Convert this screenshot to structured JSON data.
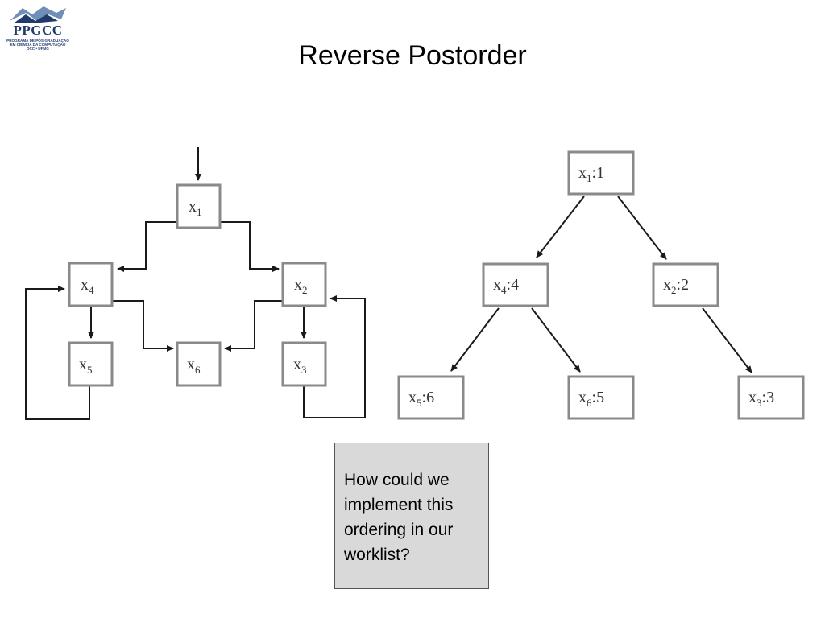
{
  "logo": {
    "text": "PPGCC",
    "subtitle_lines": [
      "PROGRAMA DE PÓS-GRADUAÇÃO",
      "EM CIÊNCIA DA COMPUTAÇÃO",
      "DCC • UFMG"
    ]
  },
  "title": "Reverse Postorder",
  "cfg": {
    "nodes": [
      {
        "id": "x1",
        "base": "x",
        "sub": "1"
      },
      {
        "id": "x4",
        "base": "x",
        "sub": "4"
      },
      {
        "id": "x2",
        "base": "x",
        "sub": "2"
      },
      {
        "id": "x5",
        "base": "x",
        "sub": "5"
      },
      {
        "id": "x6",
        "base": "x",
        "sub": "6"
      },
      {
        "id": "x3",
        "base": "x",
        "sub": "3"
      }
    ],
    "edges": [
      [
        "entry",
        "x1"
      ],
      [
        "x1",
        "x4"
      ],
      [
        "x1",
        "x2"
      ],
      [
        "x4",
        "x5"
      ],
      [
        "x4",
        "x6"
      ],
      [
        "x2",
        "x6"
      ],
      [
        "x2",
        "x3"
      ],
      [
        "x5",
        "x4"
      ],
      [
        "x3",
        "x2"
      ]
    ]
  },
  "tree": {
    "nodes": [
      {
        "id": "x1",
        "base": "x",
        "sub": "1",
        "order": "1"
      },
      {
        "id": "x4",
        "base": "x",
        "sub": "4",
        "order": "4"
      },
      {
        "id": "x2",
        "base": "x",
        "sub": "2",
        "order": "2"
      },
      {
        "id": "x5",
        "base": "x",
        "sub": "5",
        "order": "6"
      },
      {
        "id": "x6",
        "base": "x",
        "sub": "6",
        "order": "5"
      },
      {
        "id": "x3",
        "base": "x",
        "sub": "3",
        "order": "3"
      }
    ],
    "edges": [
      [
        "x1",
        "x4"
      ],
      [
        "x1",
        "x2"
      ],
      [
        "x4",
        "x5"
      ],
      [
        "x4",
        "x6"
      ],
      [
        "x2",
        "x3"
      ]
    ]
  },
  "note": {
    "text": "How could we implement this ordering in our worklist?"
  }
}
